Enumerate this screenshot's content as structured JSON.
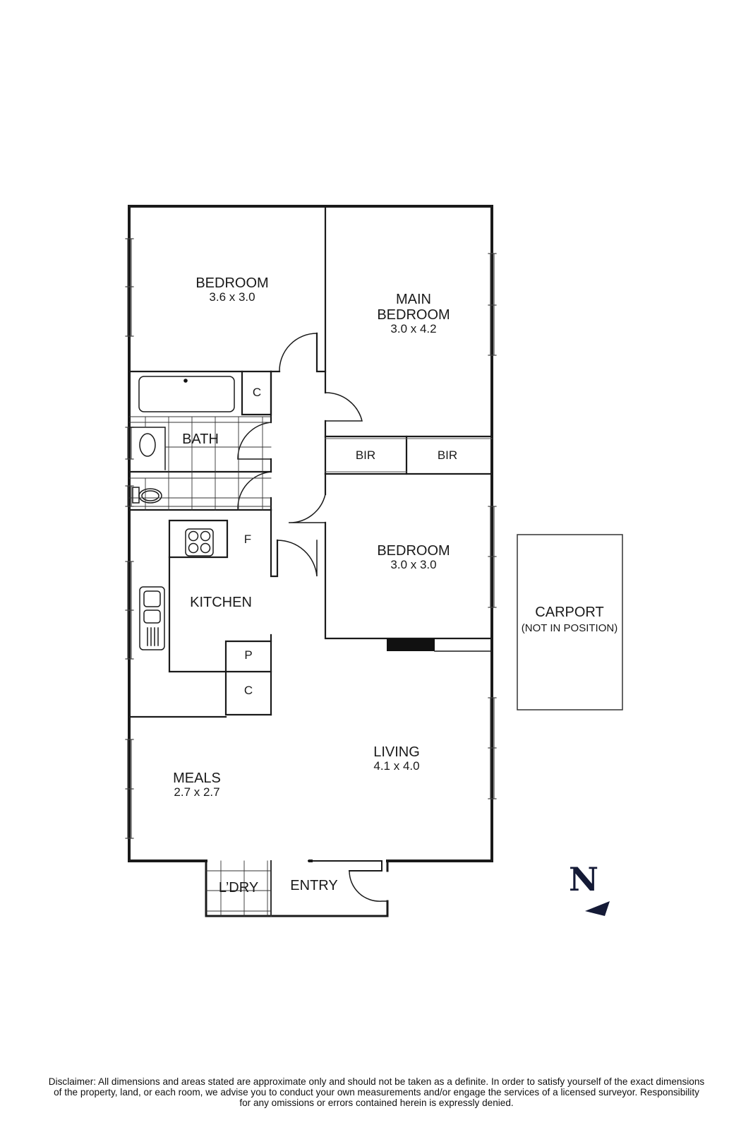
{
  "floorplan": {
    "rooms": [
      {
        "id": "bedroom-2",
        "name": "BEDROOM",
        "dimensions": "3.6 x 3.0"
      },
      {
        "id": "main-bedroom",
        "name_line1": "MAIN",
        "name_line2": "BEDROOM",
        "dimensions": "3.0 x 4.2"
      },
      {
        "id": "bedroom-3",
        "name": "BEDROOM",
        "dimensions": "3.0 x 3.0"
      },
      {
        "id": "bath",
        "name": "BATH"
      },
      {
        "id": "kitchen",
        "name": "KITCHEN"
      },
      {
        "id": "meals",
        "name": "MEALS",
        "dimensions": "2.7 x 2.7"
      },
      {
        "id": "living",
        "name": "LIVING",
        "dimensions": "4.1 x 4.0"
      },
      {
        "id": "laundry",
        "name": "L’DRY"
      },
      {
        "id": "entry",
        "name": "ENTRY"
      },
      {
        "id": "carport",
        "name": "CARPORT",
        "note": "(NOT IN POSITION)"
      }
    ],
    "cupboards": {
      "bath_cupboard": "C",
      "bir_left": "BIR",
      "bir_right": "BIR",
      "fridge": "F",
      "pantry": "P",
      "kitchen_cupboard": "C"
    },
    "compass": {
      "label": "N",
      "color": "#141a36"
    },
    "wall_color": "#1a1a1a"
  },
  "disclaimer": {
    "line1": "Disclaimer: All dimensions and areas stated are approximate only and should not be taken as a definite. In order to satisfy yourself of the exact dimensions",
    "line2": "of the property, land, or each room, we advise you to conduct your own measurements and/or engage the services of a licensed surveyor. Responsibility",
    "line3": "for any omissions or errors contained herein is expressly denied."
  }
}
